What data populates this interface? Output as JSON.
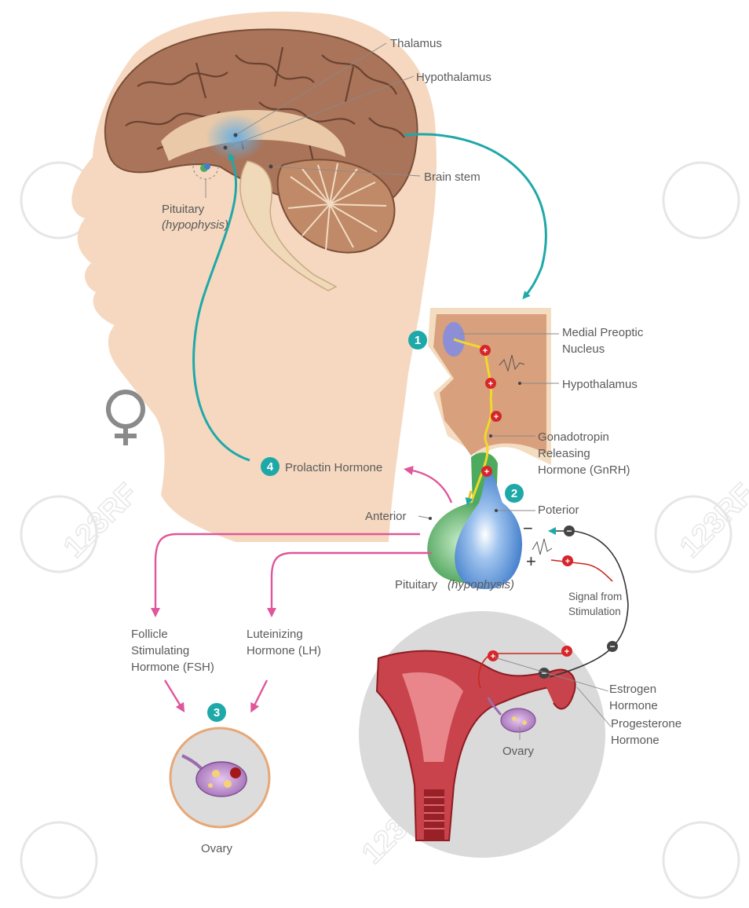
{
  "labels": {
    "thalamus": "Thalamus",
    "hypothalamus_top": "Hypothalamus",
    "brain_stem": "Brain stem",
    "pituitary_top": "Pituitary",
    "hypophysis_top": "(hypophysis)",
    "medial_preoptic_1": "Medial Preoptic",
    "medial_preoptic_2": "Nucleus",
    "hypothalamus_mid": "Hypothalamus",
    "gnrh_1": "Gonadotropin",
    "gnrh_2": "Releasing",
    "gnrh_3": "Hormone (GnRH)",
    "prolactin": "Prolactin Hormone",
    "poterior": "Poterior",
    "anterior": "Anterior",
    "pituitary_bottom": "Pituitary",
    "hypophysis_bottom": "(hypophysis)",
    "signal_1": "Signal from",
    "signal_2": "Stimulation",
    "fsh_1": "Follicle",
    "fsh_2": "Stimulating",
    "fsh_3": "Hormone (FSH)",
    "lh_1": "Luteinizing",
    "lh_2": "Hormone (LH)",
    "estrogen_1": "Estrogen",
    "estrogen_2": "Hormone",
    "progesterone_1": "Progesterone",
    "progesterone_2": "Hormone",
    "ovary_right": "Ovary",
    "ovary_left": "Ovary"
  },
  "steps": {
    "s1": "1",
    "s2": "2",
    "s3": "3",
    "s4": "4"
  },
  "symbols": {
    "female": "♀",
    "plus": "+",
    "minus": "−"
  },
  "watermark": "123RF",
  "colors": {
    "teal_arrow": "#1fa8a8",
    "pink_arrow": "#e0569b",
    "skin": "#f5d8bf",
    "brain": "#b07f62",
    "signal_plus": "#d7262b",
    "signal_minus": "#444444",
    "anterior_lobe": "#4eaa5c",
    "posterior_lobe": "#3f7fd0"
  }
}
